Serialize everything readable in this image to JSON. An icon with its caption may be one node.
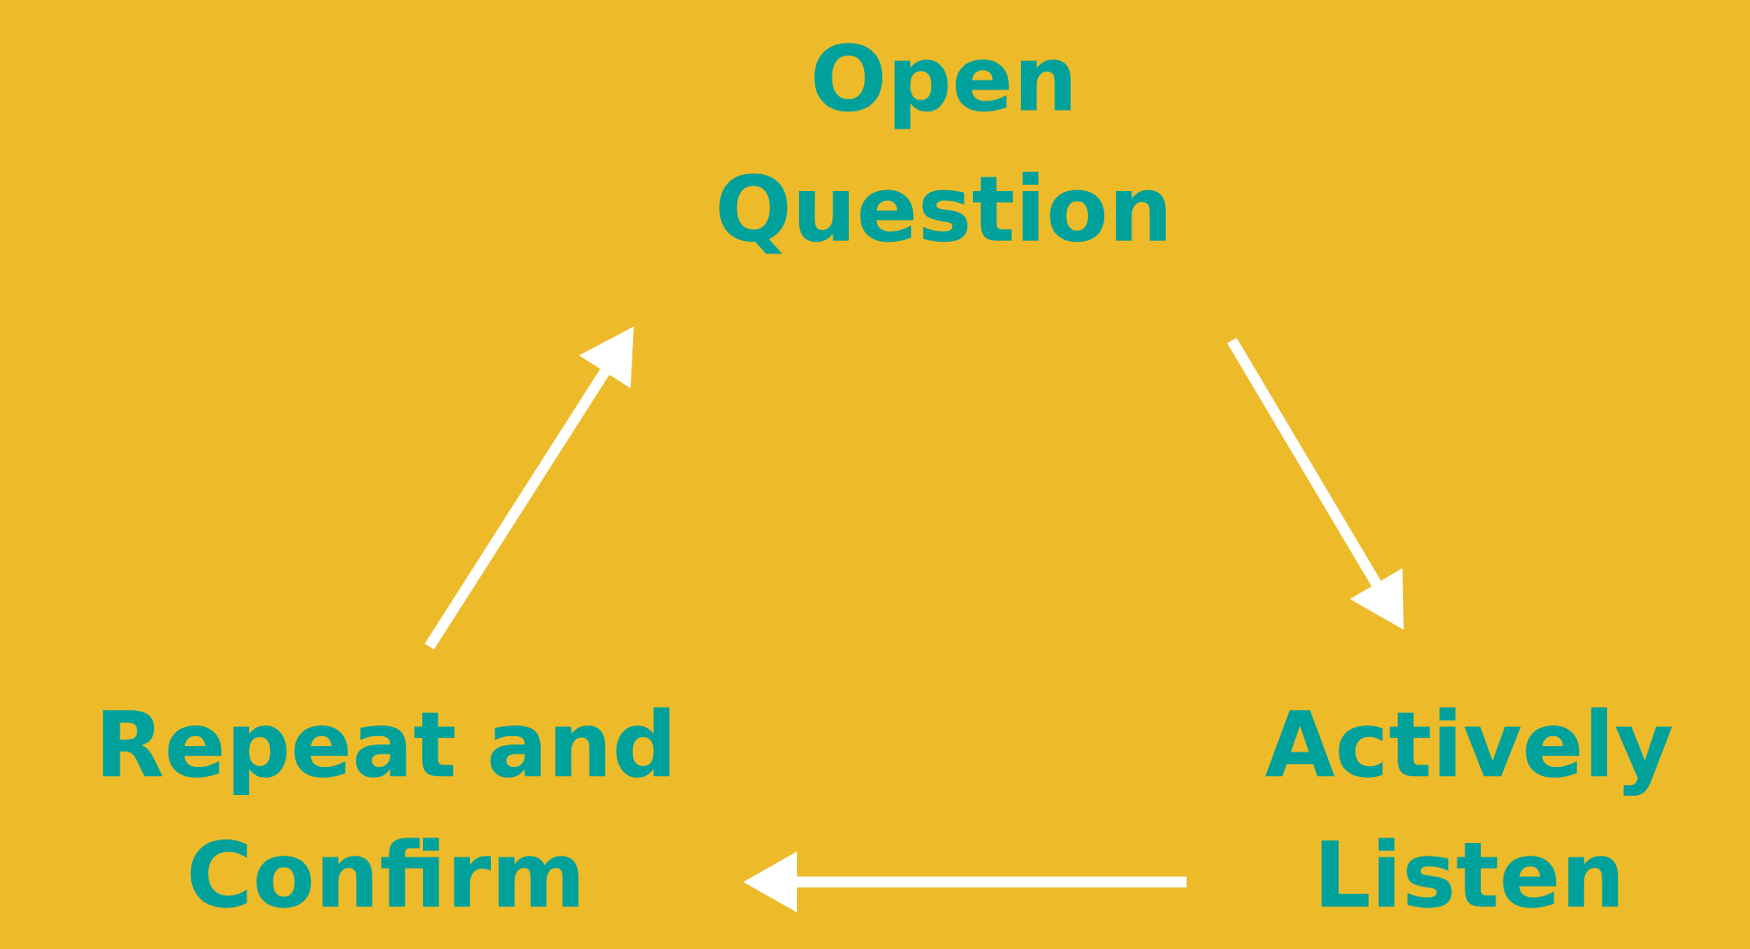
{
  "diagram": {
    "nodes": [
      {
        "text": [
          "Open Question"
        ]
      },
      {
        "text": [
          "Actively Listen"
        ]
      },
      {
        "text": [
          "Repeat and Confirm"
        ]
      }
    ],
    "edges": [
      {
        "from": 0,
        "to": 1,
        "arrow": "to"
      },
      {
        "from": 1,
        "to": 2,
        "arrow": "to"
      },
      {
        "from": 2,
        "to": 0,
        "arrow": "to"
      }
    ]
  }
}
